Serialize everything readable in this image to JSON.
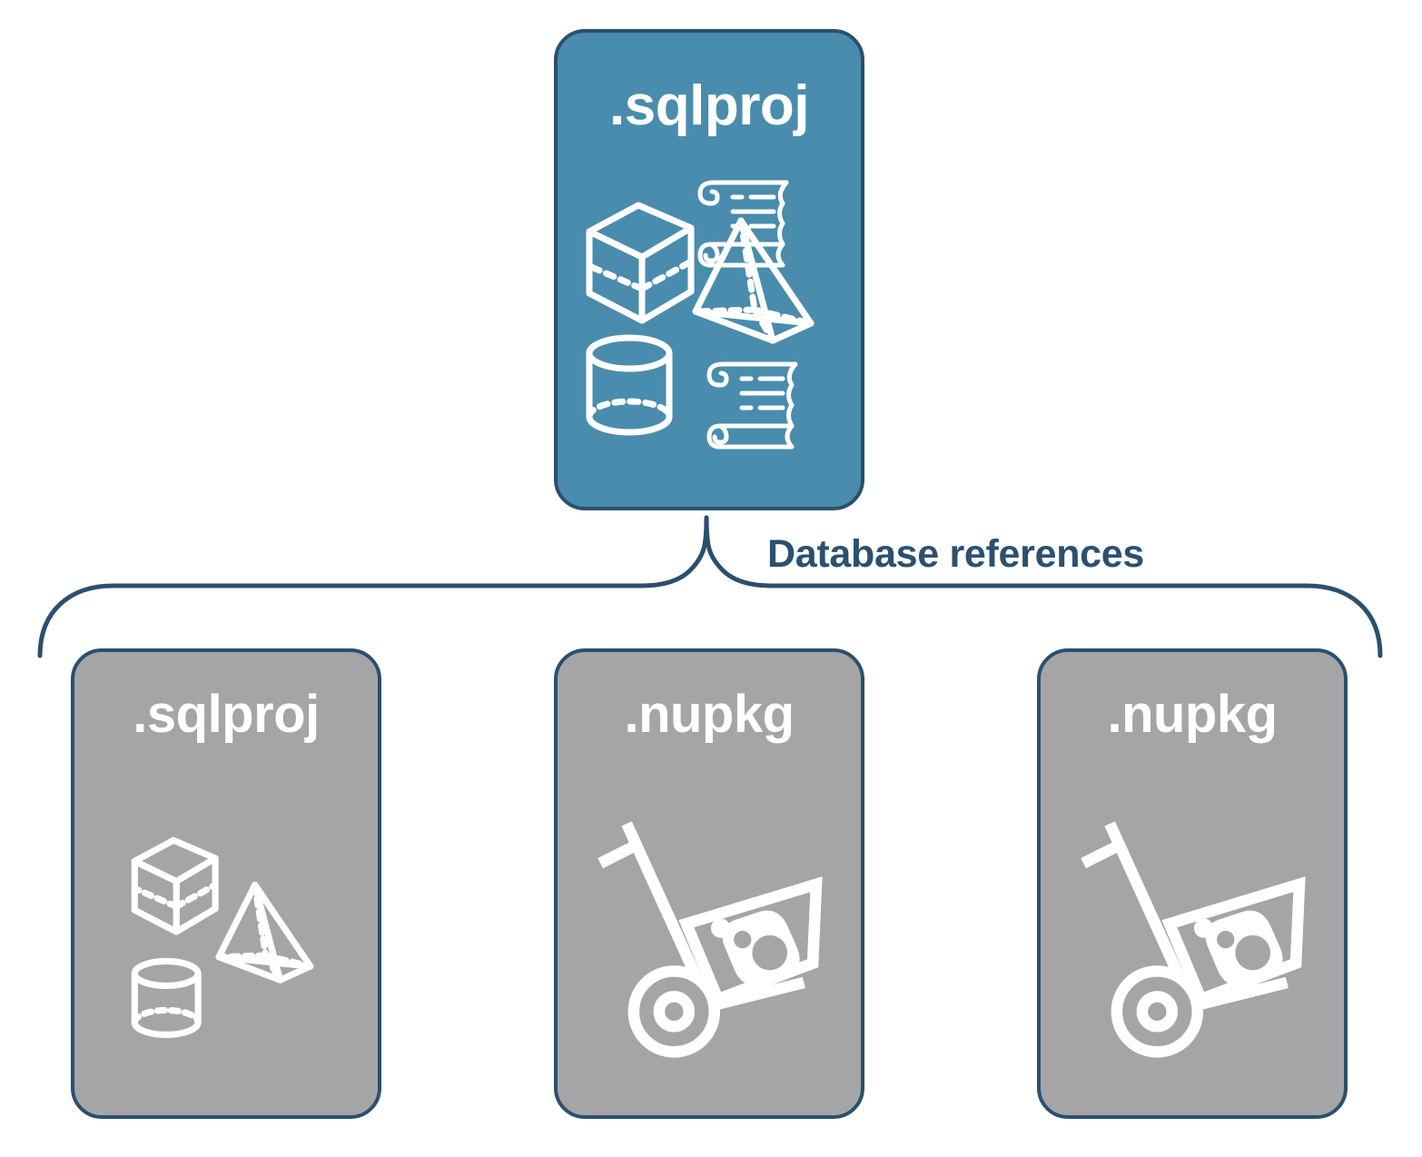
{
  "diagram": {
    "title_text": "Database references",
    "colors": {
      "card_blue": "#4a8cad",
      "card_gray": "#a5a5a7",
      "border": "#2b4f6e",
      "label": "#2b5070",
      "icon": "#ffffff",
      "background": "#ffffff"
    },
    "connector": {
      "type": "curly-brace",
      "label": "Database references"
    },
    "root_card": {
      "label": ".sqlproj",
      "fill": "blue",
      "icons": [
        "cube-wireframe-icon",
        "scroll-script-icon",
        "pyramid-wireframe-icon",
        "cylinder-wireframe-icon",
        "scroll-script-icon"
      ]
    },
    "reference_cards": [
      {
        "label": ".sqlproj",
        "fill": "gray",
        "icons": [
          "cube-wireframe-icon",
          "pyramid-wireframe-icon",
          "cylinder-wireframe-icon"
        ]
      },
      {
        "label": ".nupkg",
        "fill": "gray",
        "icons": [
          "hand-truck-package-icon"
        ]
      },
      {
        "label": ".nupkg",
        "fill": "gray",
        "icons": [
          "hand-truck-package-icon"
        ]
      }
    ]
  }
}
